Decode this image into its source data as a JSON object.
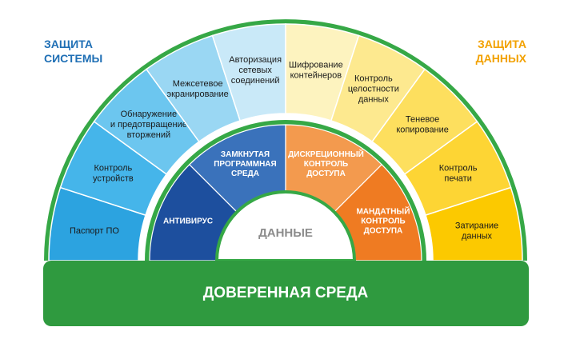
{
  "titles": {
    "left": {
      "lines": [
        "ЗАЩИТА",
        "СИСТЕМЫ"
      ],
      "color": "#1f6fb5"
    },
    "right": {
      "lines": [
        "ЗАЩИТА",
        "ДАННЫХ"
      ],
      "color": "#f2a100"
    }
  },
  "outer_ring": [
    {
      "name": "passport-po",
      "lines": [
        "Паспорт ПО"
      ],
      "color": "#2ca3e0"
    },
    {
      "name": "device-control",
      "lines": [
        "Контроль",
        "устройств"
      ],
      "color": "#45b5ea"
    },
    {
      "name": "intrusion-detection",
      "lines": [
        "Обнаружение",
        "и предотвращение",
        "вторжений"
      ],
      "color": "#6cc6ef"
    },
    {
      "name": "firewall",
      "lines": [
        "Межсетевое",
        "экранирование"
      ],
      "color": "#9ad7f3"
    },
    {
      "name": "network-auth",
      "lines": [
        "Авторизация",
        "сетевых",
        "соединений"
      ],
      "color": "#c9e9f8"
    },
    {
      "name": "container-encryption",
      "lines": [
        "Шифрование",
        "контейнеров"
      ],
      "color": "#fdf3bf"
    },
    {
      "name": "integrity-control",
      "lines": [
        "Контроль",
        "целостности",
        "данных"
      ],
      "color": "#fde98f"
    },
    {
      "name": "shadow-copy",
      "lines": [
        "Теневое",
        "копирование"
      ],
      "color": "#fddf5e"
    },
    {
      "name": "print-control",
      "lines": [
        "Контроль",
        "печати"
      ],
      "color": "#fdd534"
    },
    {
      "name": "data-wiping",
      "lines": [
        "Затирание",
        "данных"
      ],
      "color": "#fcc900"
    }
  ],
  "inner_ring": [
    {
      "name": "antivirus",
      "lines": [
        "АНТИВИРУС"
      ],
      "color": "#1d4f9e"
    },
    {
      "name": "closed-env",
      "lines": [
        "ЗАМКНУТАЯ",
        "ПРОГРАММНАЯ",
        "СРЕДА"
      ],
      "color": "#3a72bb"
    },
    {
      "name": "discretionary-access",
      "lines": [
        "ДИСКРЕЦИОННЫЙ",
        "КОНТРОЛЬ",
        "ДОСТУПА"
      ],
      "color": "#f39a4e"
    },
    {
      "name": "mandatory-access",
      "lines": [
        "МАНДАТНЫЙ",
        "КОНТРОЛЬ",
        "ДОСТУПА"
      ],
      "color": "#ef7b22"
    }
  ],
  "core": {
    "label": "ДАННЫЕ"
  },
  "base": {
    "label": "ДОВЕРЕННАЯ СРЕДА",
    "color": "#2f9a3f"
  },
  "ring_color": "#36a846"
}
